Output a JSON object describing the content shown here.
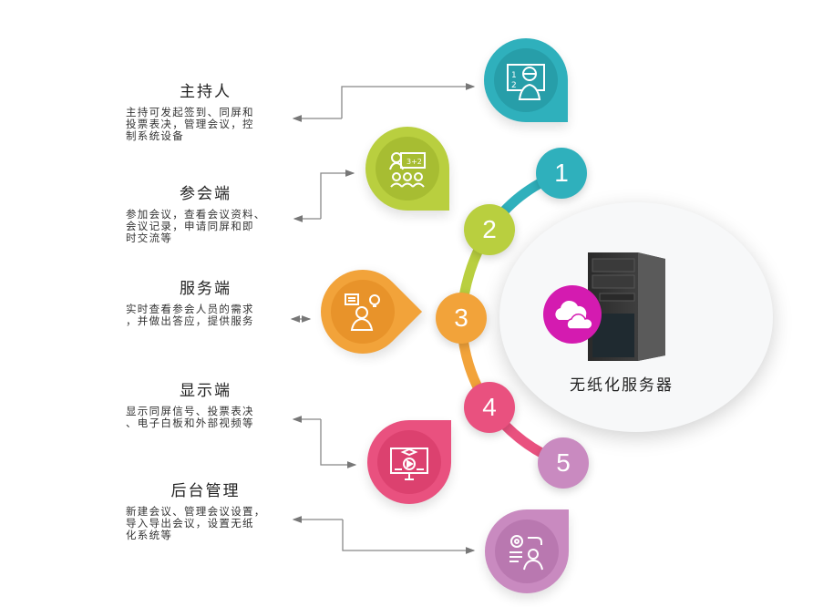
{
  "roles": [
    {
      "title": "主持人",
      "desc": [
        "主持可发起签到、同屏和",
        "投票表决，管理会议，控",
        "制系统设备"
      ],
      "icon": "teacher-icon",
      "color": "#2fb0bc",
      "inner": "#279ea9"
    },
    {
      "title": "参会端",
      "desc": [
        "参加会议，查看会议资料、",
        "会议记录，申请同屏和即",
        "时交流等"
      ],
      "icon": "presentation-audience-icon",
      "color": "#b9cf3f",
      "inner": "#a7bd32"
    },
    {
      "title": "服务端",
      "desc": [
        "实时查看参会人员的需求",
        "，并做出答应，提供服务"
      ],
      "icon": "service-staff-icon",
      "color": "#f2a33a",
      "inner": "#e8932a"
    },
    {
      "title": "显示端",
      "desc": [
        "显示同屏信号、投票表决",
        "、电子白板和外部视频等"
      ],
      "icon": "monitor-video-icon",
      "color": "#e9517f",
      "inner": "#dc416f"
    },
    {
      "title": "后台管理",
      "desc": [
        "新建会议、管理会议设置，",
        "导入导出会议，设置无纸",
        "化系统等"
      ],
      "icon": "admin-settings-icon",
      "color": "#c98ac0",
      "inner": "#b978b0"
    }
  ],
  "steps": [
    "1",
    "2",
    "3",
    "4",
    "5"
  ],
  "server": {
    "label": "无纸化服务器",
    "cloud_color": "#d41bb0"
  }
}
